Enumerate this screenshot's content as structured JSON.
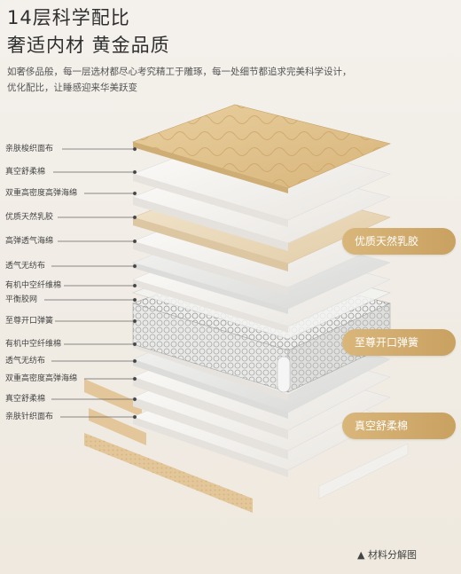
{
  "header": {
    "title_line1": "14层科学配比",
    "title_line2": "奢适内材 黄金品质",
    "description_line1": "如奢侈品般，每一层选材都尽心考究精工于雕琢，每一处细节都追求完美科学设计，",
    "description_line2": "优化配比，让睡感迎来华美跃变"
  },
  "layers": [
    {
      "label": "亲肤梭织面布"
    },
    {
      "label": "真空舒柔棉"
    },
    {
      "label": "双重高密度高弹海绵"
    },
    {
      "label": "优质天然乳胶"
    },
    {
      "label": "高弹透气海绵"
    },
    {
      "label": "透气无纺布"
    },
    {
      "label": "有机中空纤维棉"
    },
    {
      "label": "平衡胶网"
    },
    {
      "label": "至尊开口弹簧"
    },
    {
      "label": "有机中空纤维棉"
    },
    {
      "label": "透气无纺布"
    },
    {
      "label": "双重高密度高弹海绵"
    },
    {
      "label": "真空舒柔棉"
    },
    {
      "label": "亲肤针织面布"
    }
  ],
  "badges": [
    {
      "label": "优质天然乳胶"
    },
    {
      "label": "至尊开口弹簧"
    },
    {
      "label": "真空舒柔棉"
    }
  ],
  "caption": "▲ 材料分解图",
  "colors": {
    "accent": "#c9a161",
    "background": "#f2eee7"
  }
}
